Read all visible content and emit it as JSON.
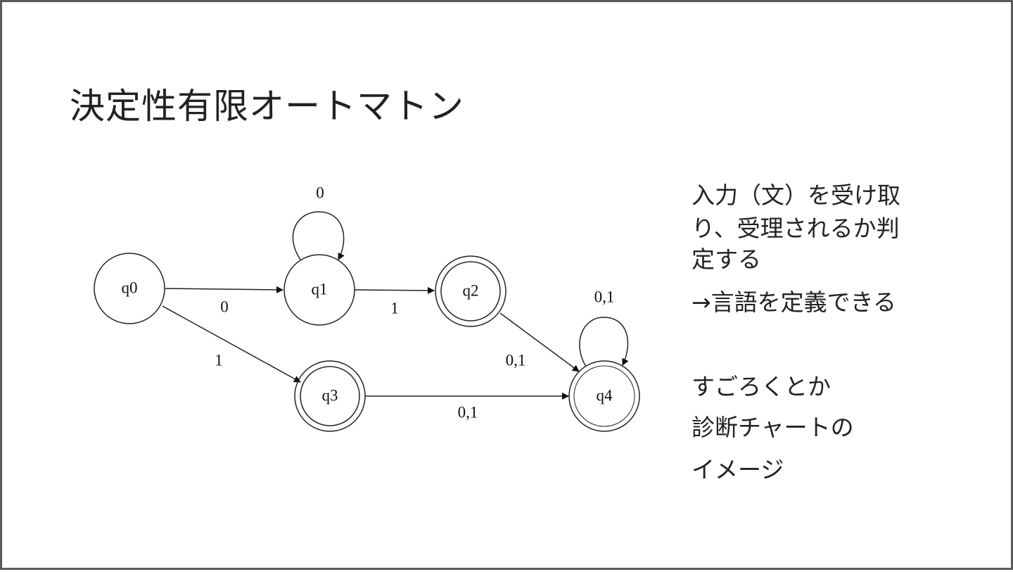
{
  "title": "決定性有限オートマトン",
  "automaton": {
    "states": [
      "q0",
      "q1",
      "q2",
      "q3",
      "q4"
    ],
    "accepting_states": [
      "q2",
      "q3",
      "q4"
    ],
    "edges": [
      {
        "from": "q0",
        "to": "q1",
        "label": "0"
      },
      {
        "from": "q1",
        "to": "q1",
        "label": "0"
      },
      {
        "from": "q1",
        "to": "q2",
        "label": "1"
      },
      {
        "from": "q0",
        "to": "q3",
        "label": "1"
      },
      {
        "from": "q2",
        "to": "q4",
        "label": "0,1"
      },
      {
        "from": "q3",
        "to": "q4",
        "label": "0,1"
      },
      {
        "from": "q4",
        "to": "q4",
        "label": "0,1"
      }
    ]
  },
  "notes": {
    "lines": [
      "入力（文）を受け取",
      "り、受理されるか判",
      "定する",
      "→言語を定義できる",
      "すごろくとか",
      "診断チャートの",
      "イメージ"
    ]
  }
}
